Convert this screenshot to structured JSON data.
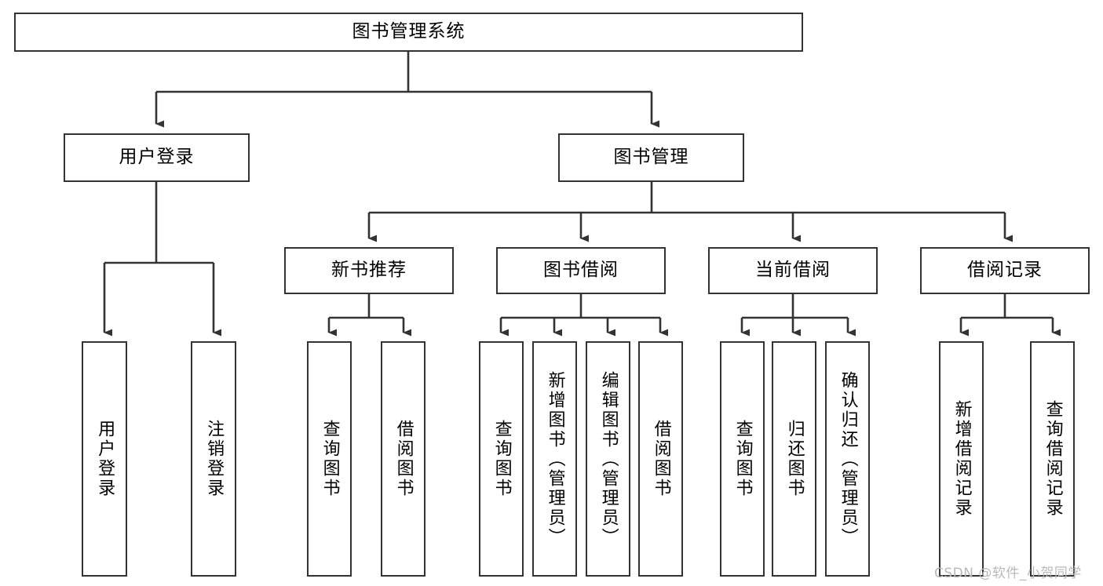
{
  "diagram": {
    "title": "图书管理系统",
    "type": "tree-hierarchy-chart",
    "watermark": "CSDN @软件_小贺同学",
    "colors": {
      "stroke": "#333333",
      "fill": "#ffffff",
      "text": "#000000",
      "watermark": "#b9b9b9"
    },
    "root": {
      "label": "图书管理系统"
    },
    "level2": [
      {
        "label": "用户登录"
      },
      {
        "label": "图书管理"
      }
    ],
    "level3": [
      {
        "label": "新书推荐"
      },
      {
        "label": "图书借阅"
      },
      {
        "label": "当前借阅"
      },
      {
        "label": "借阅记录"
      }
    ],
    "leaves": {
      "user_login": [
        {
          "label": "用户登录"
        },
        {
          "label": "注销登录"
        }
      ],
      "new_book_recommend": [
        {
          "label": "查询图书"
        },
        {
          "label": "借阅图书"
        }
      ],
      "book_borrow": [
        {
          "label": "查询图书"
        },
        {
          "label": "新增图书（管理员）"
        },
        {
          "label": "编辑图书（管理员）"
        },
        {
          "label": "借阅图书"
        }
      ],
      "current_borrow": [
        {
          "label": "查询图书"
        },
        {
          "label": "归还图书"
        },
        {
          "label": "确认归还（管理员）"
        }
      ],
      "borrow_record": [
        {
          "label": "新增借阅记录"
        },
        {
          "label": "查询借阅记录"
        }
      ]
    }
  }
}
